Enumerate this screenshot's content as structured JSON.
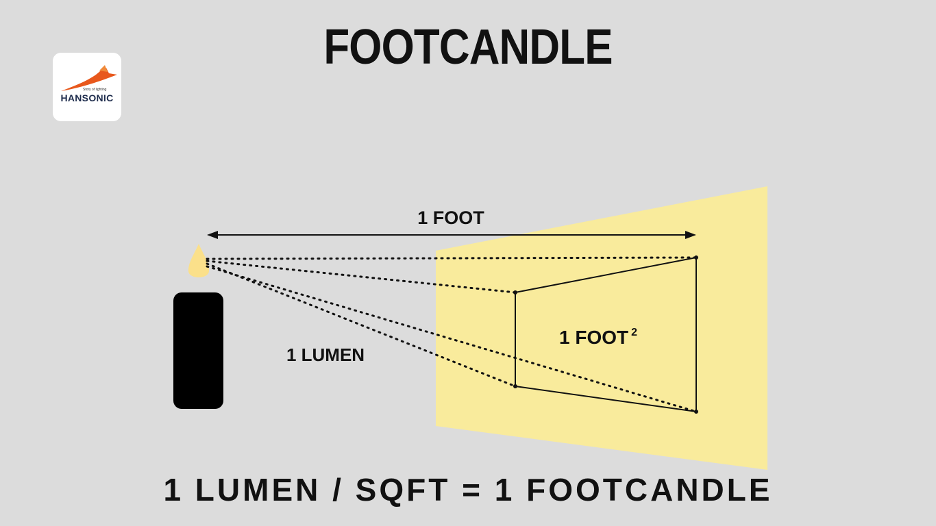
{
  "title": "FOOTCANDLE",
  "logo": {
    "name": "HANSONIC",
    "tagline": "Story of lighting",
    "accent_color": "#e8581c"
  },
  "diagram": {
    "distance_label": "1 FOOT",
    "area_label": "1 FOOT",
    "area_superscript": "2",
    "flux_label": "1 LUMEN",
    "light_color": "#f9eb9c",
    "candle_color": "#000000",
    "flame_color": "#fbe08a"
  },
  "formula": "1 LUMEN / SQFT = 1 FOOTCANDLE"
}
